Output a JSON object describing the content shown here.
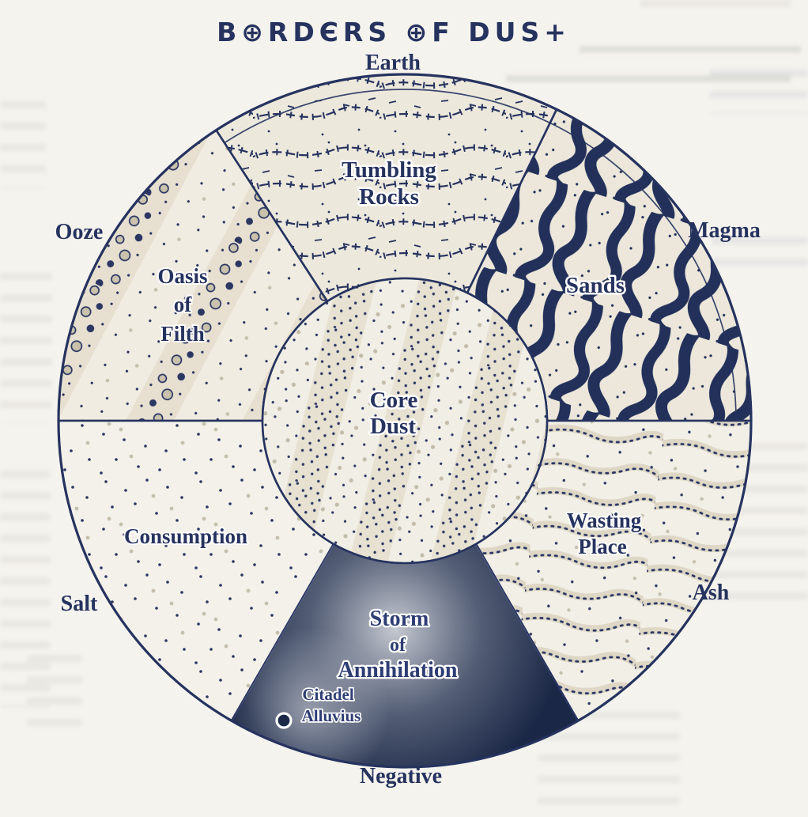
{
  "title": {
    "text": "BORDERS OF DUST",
    "display": "B⊕RDЄRS ⊕F DUS+"
  },
  "outer_labels": {
    "top": "Earth",
    "left": "Ooze",
    "right": "Magma",
    "bottom_left": "Salt",
    "bottom_right": "Ash",
    "bottom": "Negative"
  },
  "regions": {
    "tumbling_rocks": {
      "line1": "Tumbling",
      "line2": "Rocks"
    },
    "sands": {
      "label": "Sands"
    },
    "oasis_of_filth": {
      "line1": "Oasis",
      "line2": "of",
      "line3": "Filth"
    },
    "core_dust": {
      "line1": "Core",
      "line2": "Dust"
    },
    "consumption": {
      "label": "Consumption"
    },
    "wasting_place": {
      "line1": "Wasting",
      "line2": "Place"
    },
    "storm_of_annihilation": {
      "line1": "Storm",
      "line2": "of",
      "line3": "Annihilation"
    },
    "citadel_alluvius": {
      "line1": "Citadel",
      "line2": "Alluvius"
    }
  },
  "colors": {
    "ink": "#26335f",
    "storm": "#1a2746",
    "paper": "#f5f3ee",
    "label": "#26335f"
  }
}
